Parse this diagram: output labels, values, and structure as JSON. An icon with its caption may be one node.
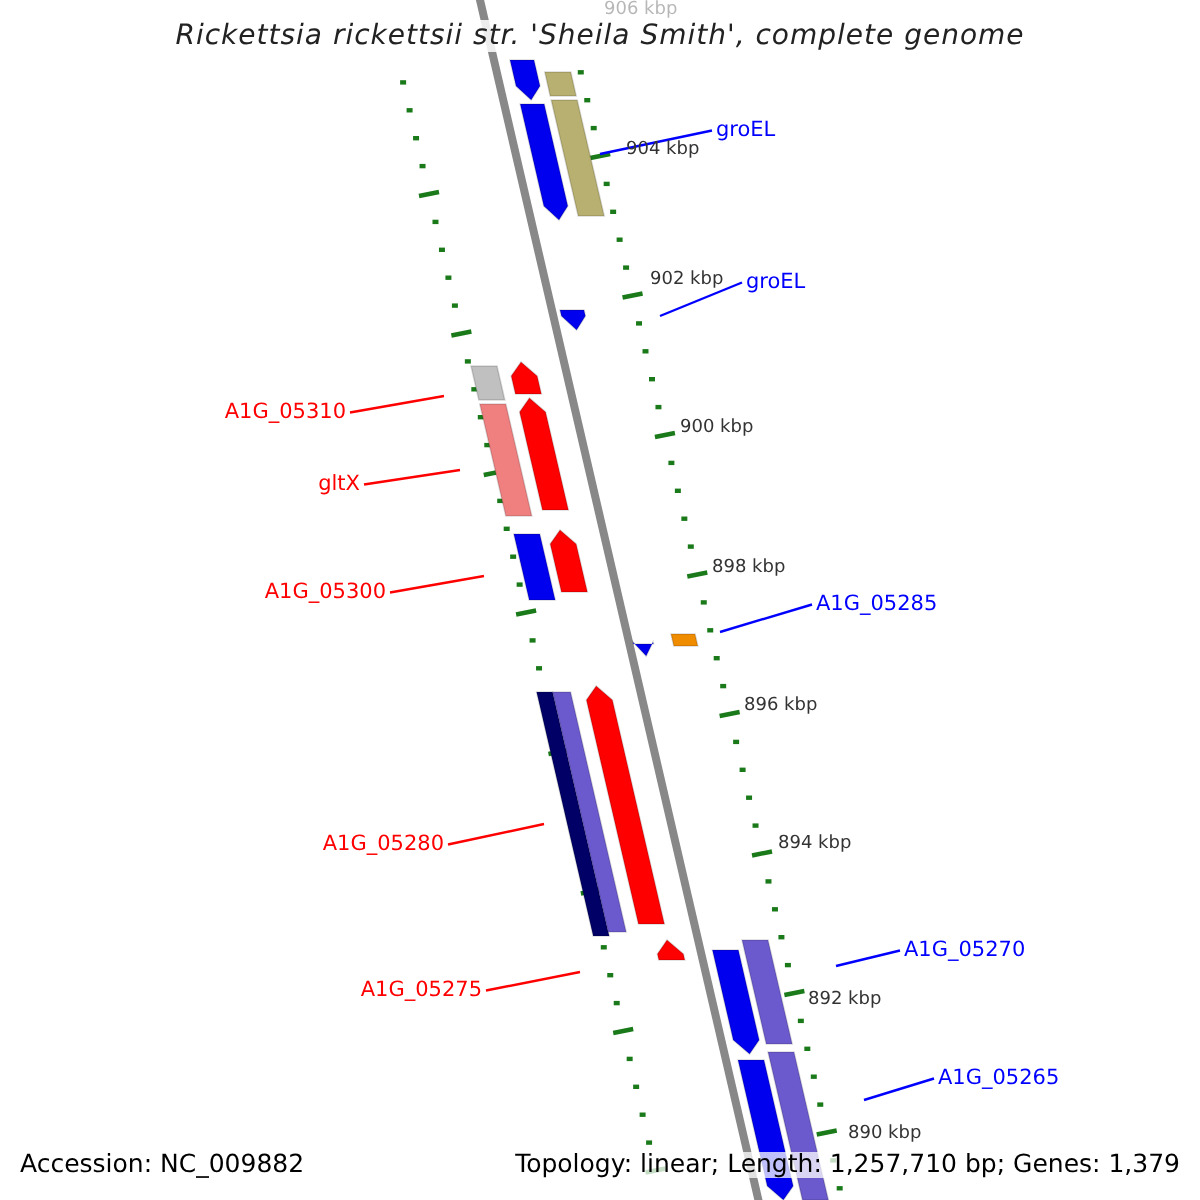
{
  "diagram": {
    "title": "Rickettsia rickettsii str. 'Sheila Smith', complete genome",
    "nodes": [
      {
        "text": [
          "groEL"
        ]
      },
      {
        "text": [
          "groEL"
        ]
      },
      {
        "text": [
          "A1G_05310"
        ]
      },
      {
        "text": [
          "gltX"
        ]
      },
      {
        "text": [
          "A1G_05300"
        ]
      },
      {
        "text": [
          "A1G_05285"
        ]
      },
      {
        "text": [
          "A1G_05280"
        ]
      },
      {
        "text": [
          "A1G_05275"
        ]
      },
      {
        "text": [
          "A1G_05270"
        ]
      },
      {
        "text": [
          "A1G_05265"
        ]
      }
    ],
    "edges": [
      {
        "from": 0,
        "to": null,
        "arrow": "none",
        "color": "#0000ff"
      },
      {
        "from": 1,
        "to": null,
        "arrow": "none",
        "color": "#0000ff"
      },
      {
        "from": 2,
        "to": null,
        "arrow": "none",
        "color": "#ff0000"
      },
      {
        "from": 3,
        "to": null,
        "arrow": "none",
        "color": "#ff0000"
      },
      {
        "from": 4,
        "to": null,
        "arrow": "none",
        "color": "#ff0000"
      },
      {
        "from": 5,
        "to": null,
        "arrow": "none",
        "color": "#0000ff"
      },
      {
        "from": 6,
        "to": null,
        "arrow": "none",
        "color": "#ff0000"
      },
      {
        "from": 7,
        "to": null,
        "arrow": "none",
        "color": "#ff0000"
      },
      {
        "from": 8,
        "to": null,
        "arrow": "none",
        "color": "#0000ff"
      },
      {
        "from": 9,
        "to": null,
        "arrow": "none",
        "color": "#0000ff"
      }
    ],
    "labels": [
      "906 kbp",
      "904 kbp",
      "902 kbp",
      "900 kbp",
      "898 kbp",
      "896 kbp",
      "894 kbp",
      "892 kbp",
      "890 kbp",
      "Accession: NC_009882",
      "Topology: linear; Length: 1,257,710 bp; Genes: 1,379"
    ]
  }
}
